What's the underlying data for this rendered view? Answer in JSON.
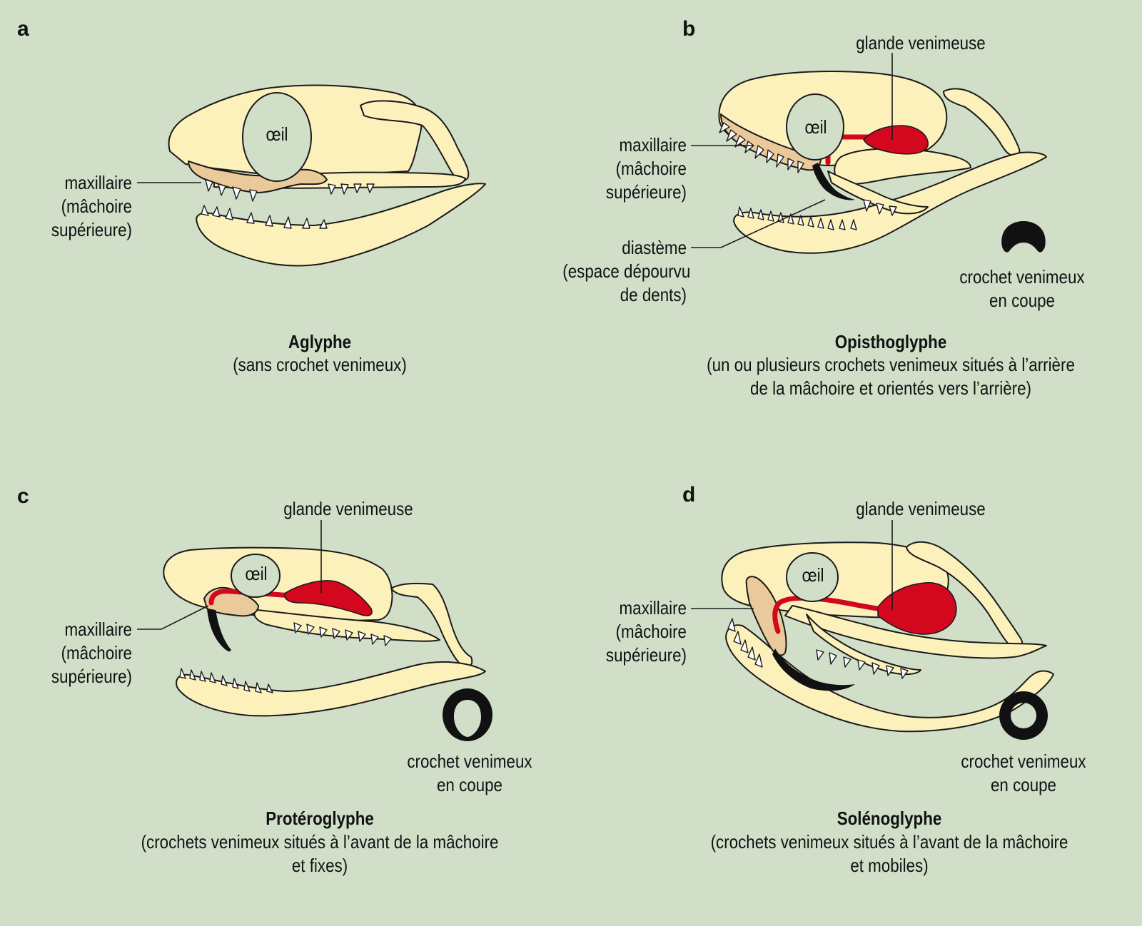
{
  "panels": {
    "a": {
      "letter": "a",
      "eye": "œil",
      "maxillaire": [
        "maxillaire",
        "(mâchoire",
        "supérieure)"
      ],
      "title": "Aglyphe",
      "caption": [
        "(sans crochet venimeux)"
      ]
    },
    "b": {
      "letter": "b",
      "eye": "œil",
      "gland": "glande venimeuse",
      "maxillaire": [
        "maxillaire",
        "(mâchoire",
        "supérieure)"
      ],
      "diasteme": [
        "diastème",
        "(espace dépourvu",
        "de dents)"
      ],
      "section": [
        "crochet venimeux",
        "en coupe"
      ],
      "title": "Opisthoglyphe",
      "caption": [
        "(un ou plusieurs crochets venimeux situés à l’arrière",
        "de la mâchoire et orientés vers l’arrière)"
      ]
    },
    "c": {
      "letter": "c",
      "eye": "œil",
      "gland": "glande venimeuse",
      "maxillaire": [
        "maxillaire",
        "(mâchoire",
        "supérieure)"
      ],
      "section": [
        "crochet venimeux",
        "en coupe"
      ],
      "title": "Protéroglyphe",
      "caption": [
        "(crochets venimeux situés à l’avant de la mâchoire",
        "et fixes)"
      ]
    },
    "d": {
      "letter": "d",
      "eye": "œil",
      "gland": "glande venimeuse",
      "maxillaire": [
        "maxillaire",
        "(mâchoire",
        "supérieure)"
      ],
      "section": [
        "crochet venimeux",
        "en coupe"
      ],
      "title": "Solénoglyphe",
      "caption": [
        "(crochets venimeux situés à l’avant de la mâchoire",
        "et mobiles)"
      ]
    }
  },
  "colors": {
    "background": "#d1dfc9",
    "bone": "#fdf1bb",
    "maxillary": "#eac99a",
    "venom_gland": "#d3071e",
    "fang": "#111111"
  }
}
